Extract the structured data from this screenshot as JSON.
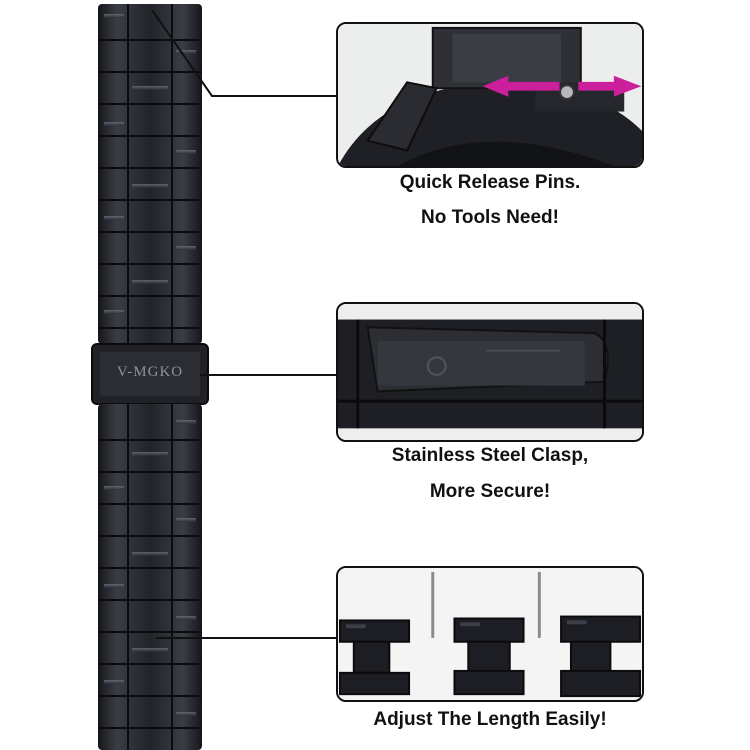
{
  "product": {
    "brand_mark": "V-MGKO",
    "strap_color": "#1c1d22",
    "accent_color": "#cc1f9c"
  },
  "callouts": [
    {
      "caption_lines": [
        "Quick Release Pins.",
        "No Tools Need!"
      ]
    },
    {
      "caption_lines": [
        "Stainless Steel Clasp,",
        "More Secure!"
      ]
    },
    {
      "caption_lines": [
        "Adjust The Length Easily!"
      ]
    }
  ]
}
